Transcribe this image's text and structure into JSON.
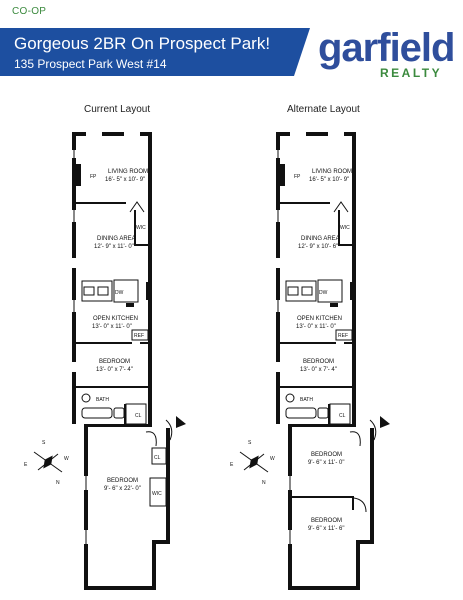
{
  "header": {
    "category": "CO-OP",
    "title": "Gorgeous 2BR On Prospect Park!",
    "address": "135 Prospect Park West #14"
  },
  "brand": {
    "name": "garfield",
    "sub": "REALTY",
    "banner_color": "#1d4fa0",
    "name_color": "#2f4e9c",
    "accent_color": "#3b8a3e"
  },
  "floorplans": {
    "current": {
      "title": "Current Layout",
      "living_label": "LIVING ROOM",
      "living_dim": "16'- 5\" x 10'- 9\"",
      "fp": "FP",
      "wic_top": "WIC",
      "dining_label": "DINING AREA",
      "dining_dim": "12'- 9\" x 11'- 0\"",
      "dw": "DW",
      "kitchen_label": "OPEN KITCHEN",
      "kitchen_dim": "13'- 0\" x 11'- 0\"",
      "ref": "REF",
      "bedroom1_label": "BEDROOM",
      "bedroom1_dim": "13'- 0\" x 7'- 4\"",
      "bath": "BATH",
      "cl_mid": "CL",
      "cl_lower": "CL",
      "bedroom2_label": "BEDROOM",
      "bedroom2_dim": "9'- 6\" x 22'- 0\"",
      "wic_bottom": "WIC"
    },
    "alternate": {
      "title": "Alternate Layout",
      "living_label": "LIVING ROOM",
      "living_dim": "16'- 5\" x 10'- 9\"",
      "fp": "FP",
      "wic_top": "WIC",
      "dining_label": "DINING AREA",
      "dining_dim": "12'- 9\" x 10'- 6\"",
      "dw": "DW",
      "kitchen_label": "OPEN KITCHEN",
      "kitchen_dim": "13'- 0\" x 11'- 0\"",
      "ref": "REF",
      "bedroom1_label": "BEDROOM",
      "bedroom1_dim": "13'- 0\" x 7'- 4\"",
      "bath": "BATH",
      "cl_mid": "CL",
      "bedroom2_label": "BEDROOM",
      "bedroom2_dim": "9'- 6\" x 11'- 0\"",
      "bedroom3_label": "BEDROOM",
      "bedroom3_dim": "9'- 6\" x 11'- 6\""
    }
  },
  "compass": {
    "n": "N",
    "s": "S",
    "e": "E",
    "w": "W"
  }
}
